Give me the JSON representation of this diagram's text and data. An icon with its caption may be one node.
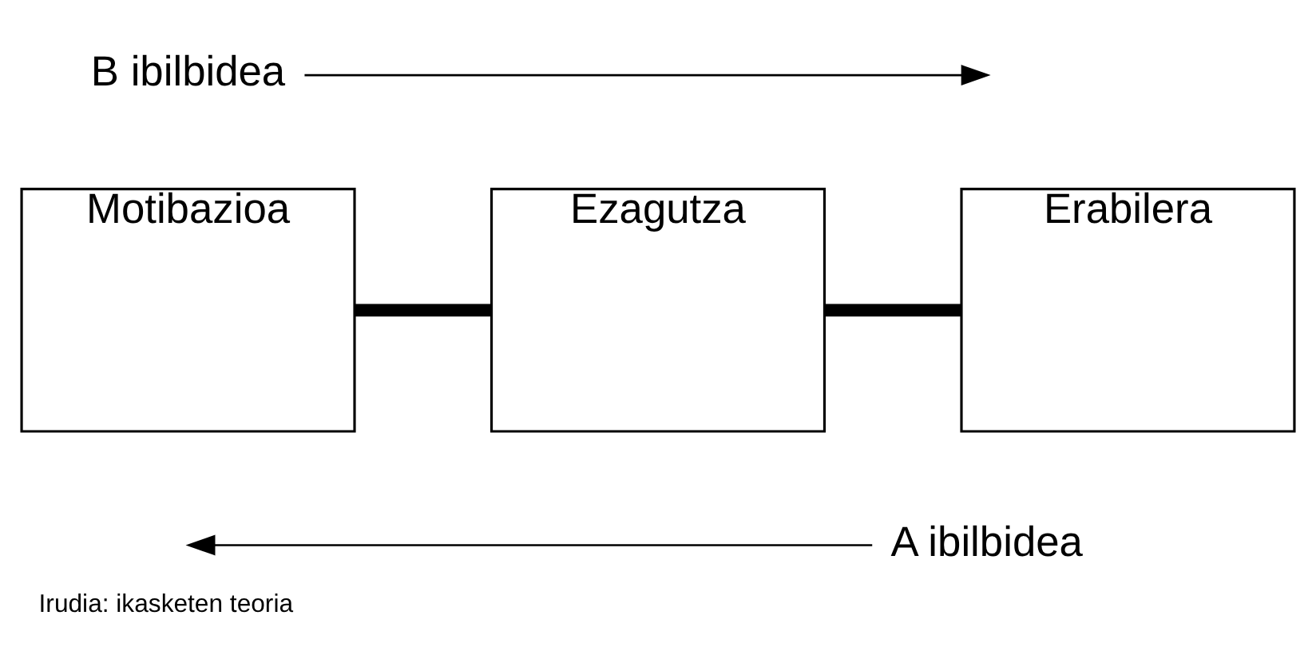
{
  "diagram": {
    "caption": "Irudia: ikasketen teoria",
    "nodes": [
      {
        "text": [
          "Motibazioa"
        ]
      },
      {
        "text": [
          "Ezagutza"
        ]
      },
      {
        "text": [
          "Erabilera"
        ]
      }
    ],
    "edges": [
      {
        "from": 0,
        "to": 1,
        "arrow": "none"
      },
      {
        "from": 1,
        "to": 2,
        "arrow": "none"
      }
    ],
    "labels": [
      "B ibilbidea",
      "A ibilbidea"
    ]
  }
}
